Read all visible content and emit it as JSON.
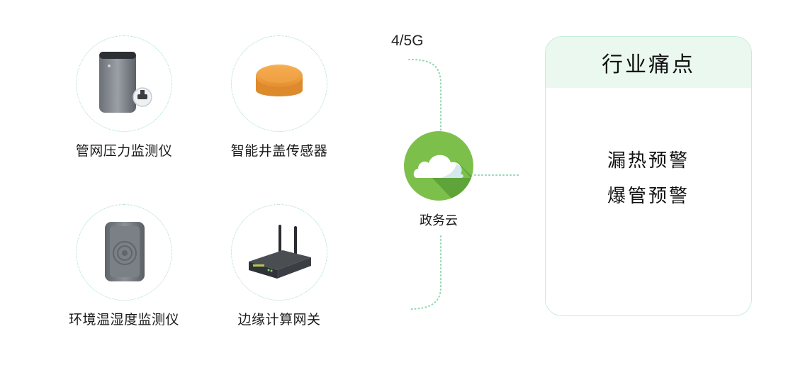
{
  "devices": [
    {
      "id": "pipe-pressure-monitor",
      "label": "管网压力监测仪",
      "icon": "pressure-monitor-icon"
    },
    {
      "id": "manhole-cover-sensor",
      "label": "智能井盖传感器",
      "icon": "manhole-sensor-icon"
    },
    {
      "id": "temp-humidity-monitor",
      "label": "环境温湿度监测仪",
      "icon": "humidity-monitor-icon"
    },
    {
      "id": "edge-gateway",
      "label": "边缘计算网关",
      "icon": "router-icon"
    }
  ],
  "network": {
    "label": "4/5G"
  },
  "cloud": {
    "label": "政务云",
    "icon": "cloud-icon"
  },
  "pain_points": {
    "title": "行业痛点",
    "items": [
      "漏热预警",
      "爆管预警"
    ]
  },
  "colors": {
    "accent": "#7cc04b",
    "accent_dark": "#5fa43a",
    "ring": "#a9e0c2",
    "panel_header": "#eaf8ef",
    "panel_border": "#c5eed8",
    "sensor_orange": "#f0a043",
    "device_gray": "#7d8288"
  }
}
